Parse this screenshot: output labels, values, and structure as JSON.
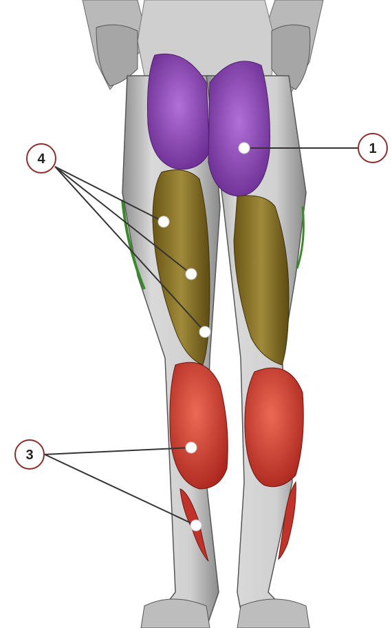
{
  "diagram": {
    "callouts": [
      {
        "id": "1",
        "label": "1"
      },
      {
        "id": "4",
        "label": "4"
      },
      {
        "id": "3",
        "label": "3"
      }
    ]
  },
  "colors": {
    "gluteus": "#9a4fc0",
    "hamstrings": "#8a7425",
    "calves": "#d23c2c",
    "adductor_edge": "#3a8a2a",
    "body_gray": "#c9c9c9",
    "leader_line": "#333333",
    "callout_border": "#8a2c2c",
    "marker_dot": "#ffffff"
  }
}
